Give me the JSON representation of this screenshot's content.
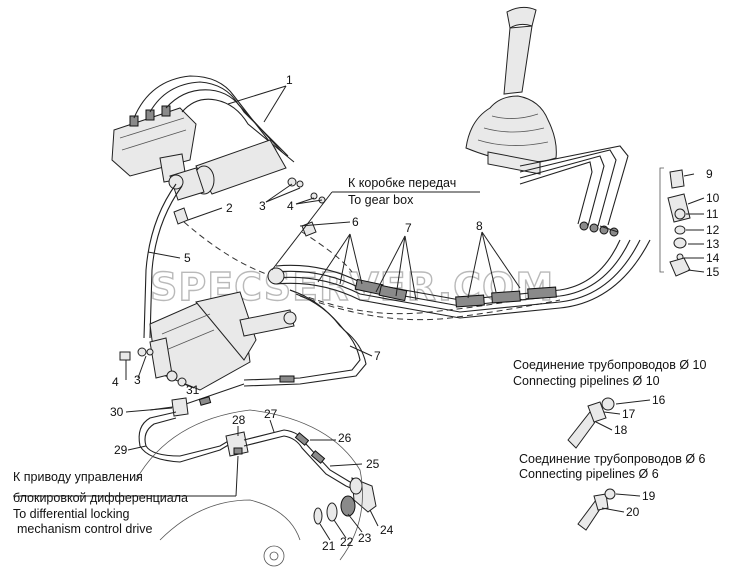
{
  "watermark": "SPECSERVER.COM",
  "captions": {
    "gearbox_ru": "К коробке передач",
    "gearbox_en": "To gear box",
    "diff_ru_1": "К приводу управления",
    "diff_ru_2": "блокировкой дифференциала",
    "diff_en_1": "To differential locking",
    "diff_en_2": "mechanism control drive",
    "conn10_ru": "Соединение трубопроводов Ø 10",
    "conn10_en": "Connecting pipelines Ø 10",
    "conn6_ru": "Соединение трубопроводов Ø 6",
    "conn6_en": "Connecting pipelines Ø 6"
  },
  "callouts": {
    "c1": "1",
    "c2": "2",
    "c3a": "3",
    "c4a": "4",
    "c5": "5",
    "c6": "6",
    "c7a": "7",
    "c7b": "7",
    "c8": "8",
    "c9": "9",
    "c10": "10",
    "c11": "11",
    "c12": "12",
    "c13": "13",
    "c14": "14",
    "c15": "15",
    "c16": "16",
    "c17": "17",
    "c18": "18",
    "c19": "19",
    "c20": "20",
    "c4b": "4",
    "c3b": "3",
    "c31": "31",
    "c30": "30",
    "c29": "29",
    "c28": "28",
    "c27": "27",
    "c26": "26",
    "c25": "25",
    "c24": "24",
    "c21": "21",
    "c22": "22",
    "c23": "23"
  }
}
